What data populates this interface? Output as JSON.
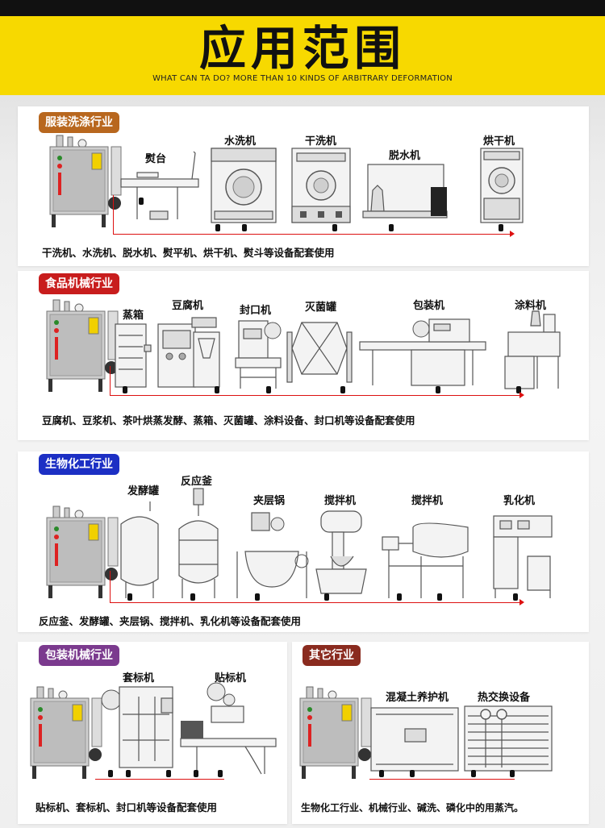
{
  "header": {
    "title": "应用范围",
    "subtitle": "WHAT CAN TA DO? MORE THAN 10 KINDS OF ARBITRARY DEFORMATION"
  },
  "sections": {
    "garment": {
      "badge": "服装洗涤行业",
      "badge_color": "#b8671e",
      "labels": [
        "熨台",
        "水洗机",
        "干洗机",
        "脱水机",
        "烘干机"
      ],
      "caption": "干洗机、水洗机、脱水机、熨平机、烘干机、熨斗等设备配套使用"
    },
    "food": {
      "badge": "食品机械行业",
      "badge_color": "#c81d1d",
      "labels": [
        "蒸箱",
        "豆腐机",
        "封口机",
        "灭菌罐",
        "包装机",
        "涂料机"
      ],
      "caption": "豆腐机、豆浆机、茶叶烘蒸发酵、蒸箱、灭菌罐、涂料设备、封口机等设备配套使用"
    },
    "bio": {
      "badge": "生物化工行业",
      "badge_color": "#1c2fc4",
      "labels": [
        "发酵罐",
        "反应釜",
        "夹层锅",
        "搅拌机",
        "搅拌机",
        "乳化机"
      ],
      "caption": "反应釜、发酵罐、夹层锅、搅拌机、乳化机等设备配套使用"
    },
    "packaging": {
      "badge": "包装机械行业",
      "badge_color": "#7b3a8e",
      "labels": [
        "套标机",
        "贴标机"
      ],
      "caption": "贴标机、套标机、封口机等设备配套使用"
    },
    "other": {
      "badge": "其它行业",
      "badge_color": "#8a2b1f",
      "labels": [
        "混凝土养护机",
        "热交换设备"
      ],
      "caption": "生物化工行业、机械行业、碱洗、磷化中的用蒸汽。"
    }
  }
}
